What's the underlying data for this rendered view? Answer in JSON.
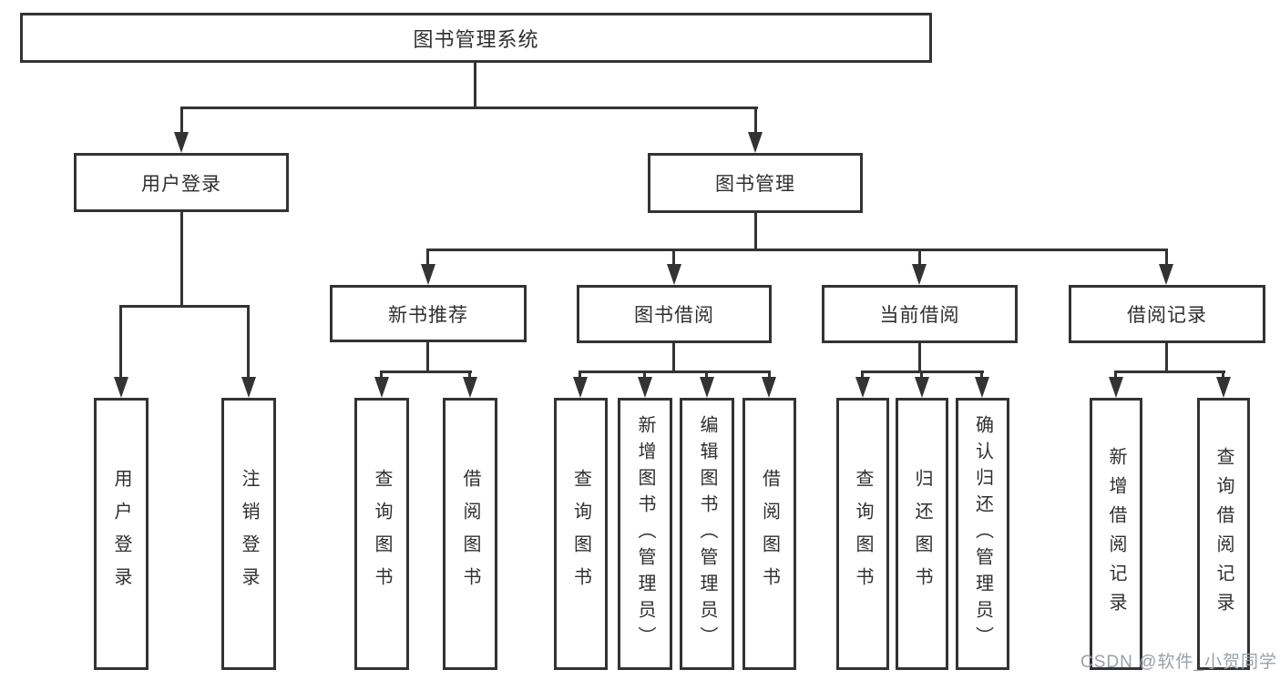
{
  "diagram": {
    "root": {
      "label": "图书管理系统"
    },
    "level2": {
      "user_login": {
        "label": "用户登录"
      },
      "book_management": {
        "label": "图书管理"
      }
    },
    "level3": {
      "new_book_recommend": {
        "label": "新书推荐"
      },
      "book_borrow": {
        "label": "图书借阅"
      },
      "current_borrow": {
        "label": "当前借阅"
      },
      "borrow_record": {
        "label": "借阅记录"
      }
    },
    "leaves": {
      "user_login": {
        "label": "用户登录"
      },
      "logout": {
        "label": "注销登录"
      },
      "nb_query_book": {
        "label": "查询图书"
      },
      "nb_borrow_book": {
        "label": "借阅图书"
      },
      "bb_query_book": {
        "label": "查询图书"
      },
      "bb_add_book": {
        "label": "新增图书（管理员）"
      },
      "bb_edit_book": {
        "label": "编辑图书（管理员）"
      },
      "bb_borrow_book": {
        "label": "借阅图书"
      },
      "cb_query_book": {
        "label": "查询图书"
      },
      "cb_return_book": {
        "label": "归还图书"
      },
      "cb_confirm_return": {
        "label": "确认归还（管理员）"
      },
      "br_add_record": {
        "label": "新增借阅记录"
      },
      "br_query_record": {
        "label": "查询借阅记录"
      }
    }
  },
  "watermark": {
    "text": "CSDN @软件_小贺同学"
  },
  "colors": {
    "line": "#333333",
    "text": "#2f2f2f",
    "watermark": "#9ba0a8",
    "background": "#ffffff"
  }
}
